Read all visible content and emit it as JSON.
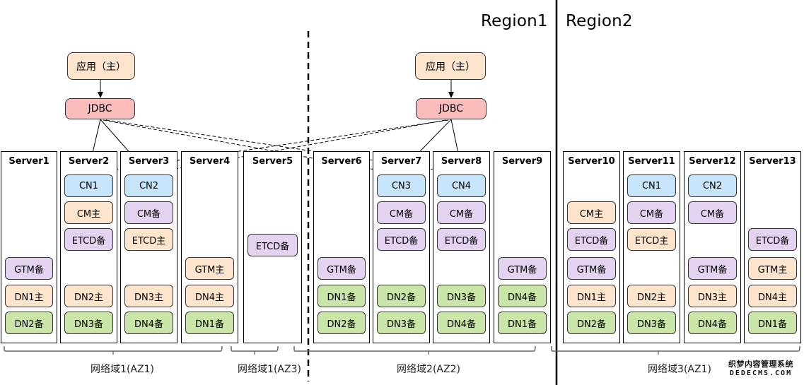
{
  "colors": {
    "cn": "#c6e4fa",
    "primary": "#fde4cc",
    "standby": "#e3d3f0",
    "dn_standby": "#c9e6a8",
    "jdbc": "#fbbcbc",
    "app": "#fde4cc"
  },
  "regions": [
    {
      "label": "Region1"
    },
    {
      "label": "Region2"
    }
  ],
  "apps": [
    {
      "label": "应用（主）",
      "jdbc": "JDBC"
    },
    {
      "label": "应用（主）",
      "jdbc": "JDBC"
    }
  ],
  "servers": [
    {
      "name": "Server1",
      "components": [
        {
          "slot": 3,
          "label": "GTM备",
          "kind": "standby"
        },
        {
          "slot": 4,
          "label": "DN1主",
          "kind": "primary"
        },
        {
          "slot": 5,
          "label": "DN2备",
          "kind": "dn_standby"
        }
      ]
    },
    {
      "name": "Server2",
      "components": [
        {
          "slot": 0,
          "label": "CN1",
          "kind": "cn"
        },
        {
          "slot": 1,
          "label": "CM主",
          "kind": "primary"
        },
        {
          "slot": 2,
          "label": "ETCD备",
          "kind": "standby"
        },
        {
          "slot": 4,
          "label": "DN2主",
          "kind": "primary"
        },
        {
          "slot": 5,
          "label": "DN3备",
          "kind": "dn_standby"
        }
      ]
    },
    {
      "name": "Server3",
      "components": [
        {
          "slot": 0,
          "label": "CN2",
          "kind": "cn"
        },
        {
          "slot": 1,
          "label": "CM备",
          "kind": "standby"
        },
        {
          "slot": 2,
          "label": "ETCD主",
          "kind": "primary"
        },
        {
          "slot": 4,
          "label": "DN3主",
          "kind": "primary"
        },
        {
          "slot": 5,
          "label": "DN4备",
          "kind": "dn_standby"
        }
      ]
    },
    {
      "name": "Server4",
      "components": [
        {
          "slot": 3,
          "label": "GTM主",
          "kind": "primary"
        },
        {
          "slot": 4,
          "label": "DN4主",
          "kind": "primary"
        },
        {
          "slot": 5,
          "label": "DN1备",
          "kind": "dn_standby"
        }
      ]
    },
    {
      "name": "Server5",
      "components": [
        {
          "slot": 2.2,
          "label": "ETCD备",
          "kind": "standby"
        }
      ]
    },
    {
      "name": "Server6",
      "components": [
        {
          "slot": 3,
          "label": "GTM备",
          "kind": "standby"
        },
        {
          "slot": 4,
          "label": "DN1备",
          "kind": "dn_standby"
        },
        {
          "slot": 5,
          "label": "DN2备",
          "kind": "dn_standby"
        }
      ]
    },
    {
      "name": "Server7",
      "components": [
        {
          "slot": 0,
          "label": "CN3",
          "kind": "cn"
        },
        {
          "slot": 1,
          "label": "CM备",
          "kind": "standby"
        },
        {
          "slot": 2,
          "label": "ETCD备",
          "kind": "standby"
        },
        {
          "slot": 4,
          "label": "DN2备",
          "kind": "dn_standby"
        },
        {
          "slot": 5,
          "label": "DN3备",
          "kind": "dn_standby"
        }
      ]
    },
    {
      "name": "Server8",
      "components": [
        {
          "slot": 0,
          "label": "CN4",
          "kind": "cn"
        },
        {
          "slot": 1,
          "label": "CM备",
          "kind": "standby"
        },
        {
          "slot": 2,
          "label": "ETCD备",
          "kind": "standby"
        },
        {
          "slot": 4,
          "label": "DN3备",
          "kind": "dn_standby"
        },
        {
          "slot": 5,
          "label": "DN4备",
          "kind": "dn_standby"
        }
      ]
    },
    {
      "name": "Server9",
      "components": [
        {
          "slot": 3,
          "label": "GTM备",
          "kind": "standby"
        },
        {
          "slot": 4,
          "label": "DN4备",
          "kind": "dn_standby"
        },
        {
          "slot": 5,
          "label": "DN1备",
          "kind": "dn_standby"
        }
      ]
    },
    {
      "name": "Server10",
      "components": [
        {
          "slot": 1,
          "label": "CM主",
          "kind": "primary"
        },
        {
          "slot": 2,
          "label": "ETCD备",
          "kind": "standby"
        },
        {
          "slot": 3,
          "label": "GTM备",
          "kind": "standby"
        },
        {
          "slot": 4,
          "label": "DN1主",
          "kind": "primary"
        },
        {
          "slot": 5,
          "label": "DN2备",
          "kind": "dn_standby"
        }
      ]
    },
    {
      "name": "Server11",
      "components": [
        {
          "slot": 0,
          "label": "CN1",
          "kind": "cn"
        },
        {
          "slot": 1,
          "label": "CM备",
          "kind": "standby"
        },
        {
          "slot": 2,
          "label": "ETCD主",
          "kind": "primary"
        },
        {
          "slot": 4,
          "label": "DN2主",
          "kind": "primary"
        },
        {
          "slot": 5,
          "label": "DN3备",
          "kind": "dn_standby"
        }
      ]
    },
    {
      "name": "Server12",
      "components": [
        {
          "slot": 0,
          "label": "CN2",
          "kind": "cn"
        },
        {
          "slot": 1,
          "label": "CM备",
          "kind": "standby"
        },
        {
          "slot": 3,
          "label": "GTM备",
          "kind": "standby"
        },
        {
          "slot": 4,
          "label": "DN3主",
          "kind": "primary"
        },
        {
          "slot": 5,
          "label": "DN4备",
          "kind": "dn_standby"
        }
      ]
    },
    {
      "name": "Server13",
      "components": [
        {
          "slot": 2,
          "label": "ETCD备",
          "kind": "standby"
        },
        {
          "slot": 3,
          "label": "GTM主",
          "kind": "primary"
        },
        {
          "slot": 4,
          "label": "DN4主",
          "kind": "primary"
        },
        {
          "slot": 5,
          "label": "DN1备",
          "kind": "dn_standby"
        }
      ]
    }
  ],
  "zones": [
    {
      "label": "网络域1(AZ1)"
    },
    {
      "label": "网络域1(AZ3)"
    },
    {
      "label": "网络域2(AZ2)"
    },
    {
      "label": "网络域3(AZ1)"
    }
  ],
  "watermark": {
    "line1": "织梦内容管理系统",
    "line2": "DEDECMS.COM"
  }
}
